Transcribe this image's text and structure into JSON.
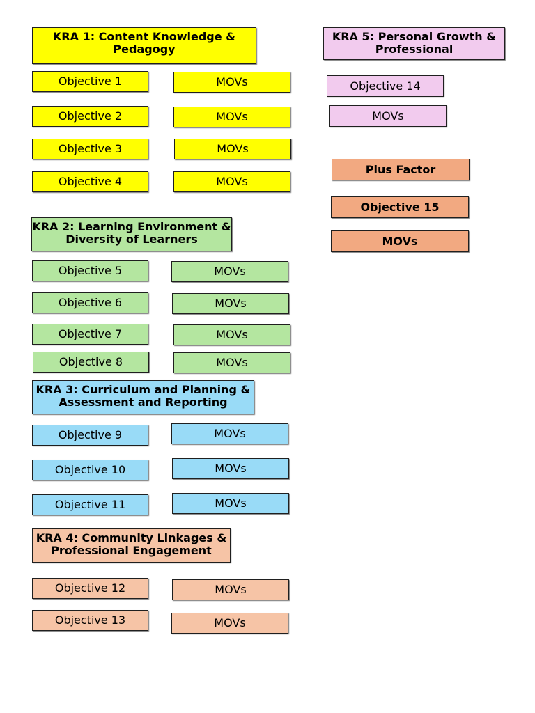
{
  "kra1": {
    "title": "KRA 1: Content Knowledge & Pedagogy",
    "objectives": [
      "Objective 1",
      "Objective 2",
      "Objective 3",
      "Objective 4"
    ],
    "movs": [
      "MOVs",
      "MOVs",
      "MOVs",
      "MOVs"
    ]
  },
  "kra2": {
    "title": "KRA 2: Learning Environment & Diversity of Learners",
    "objectives": [
      "Objective 5",
      "Objective 6",
      "Objective 7",
      "Objective 8"
    ],
    "movs": [
      "MOVs",
      "MOVs",
      "MOVs",
      "MOVs"
    ]
  },
  "kra3": {
    "title": "KRA 3: Curriculum and Planning & Assessment and Reporting",
    "objectives": [
      "Objective 9",
      "Objective 10",
      "Objective 11"
    ],
    "movs": [
      "MOVs",
      "MOVs",
      "MOVs"
    ]
  },
  "kra4": {
    "title": "KRA 4: Community Linkages & Professional Engagement",
    "objectives": [
      "Objective 12",
      "Objective 13"
    ],
    "movs": [
      "MOVs",
      "MOVs"
    ]
  },
  "kra5": {
    "title": "KRA 5: Personal Growth & Professional",
    "objectives": [
      "Objective 14"
    ],
    "movs": [
      "MOVs"
    ]
  },
  "plus_factor": {
    "title": "Plus Factor",
    "objectives": [
      "Objective 15"
    ],
    "movs": [
      "MOVs"
    ]
  },
  "colors": {
    "kra1": "#ffff00",
    "kra2": "#b4e6a0",
    "kra3": "#99dbf7",
    "kra4": "#f6c4a6",
    "kra5": "#f2cbee",
    "plus_factor": "#f2a981"
  }
}
